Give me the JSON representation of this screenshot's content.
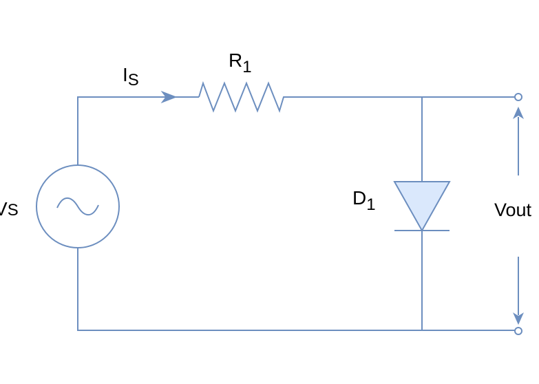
{
  "colors": {
    "stroke": "#6c8ebf",
    "diode_fill": "#dae8fc",
    "text": "#000000"
  },
  "labels": {
    "source": {
      "main": "V",
      "sub": "S"
    },
    "current": {
      "main": "I",
      "sub": "S"
    },
    "resistor": {
      "main": "R",
      "sub": "1"
    },
    "diode": {
      "main": "D",
      "sub": "1"
    },
    "output": "Vout"
  },
  "icons": {
    "source": "ac-source-icon",
    "resistor": "resistor-icon",
    "diode": "diode-icon",
    "terminal": "terminal-icon"
  }
}
